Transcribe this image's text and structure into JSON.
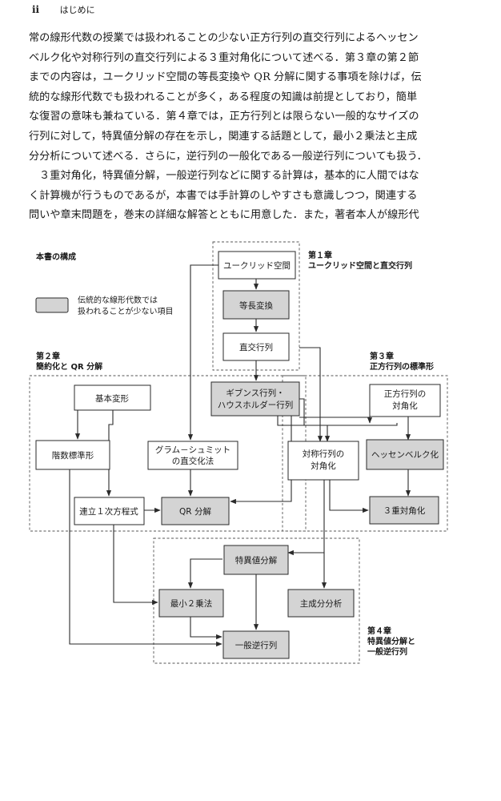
{
  "header": {
    "page_number": "ii",
    "section": "はじめに"
  },
  "paragraph1": [
    "常の線形代数の授業では扱われることの少ない正方行列の直交行列によるヘッセン",
    "ベルク化や対称行列の直交行列による３重対角化について述べる．第３章の第２節",
    "までの内容は，ユークリッド空間の等長変換や QR 分解に関する事項を除けば，伝",
    "統的な線形代数でも扱われることが多く，ある程度の知識は前提としており，簡単",
    "な復習の意味も兼ねている．第４章では，正方行列とは限らない一般的なサイズの",
    "行列に対して，特異値分解の存在を示し，関連する話題として，最小２乗法と主成",
    "分分析について述べる．さらに，逆行列の一般化である一般逆行列についても扱う．"
  ],
  "paragraph2": [
    "３重対角化，特異値分解，一般逆行列などに関する計算は，基本的に人間ではな",
    "く計算機が行うものであるが，本書では手計算のしやすさも意識しつつ，関連する",
    "問いや章末問題を，巻末の詳細な解答とともに用意した．また，著者本人が線形代"
  ],
  "diagram": {
    "title": "本書の構成",
    "legend": [
      "伝統的な線形代数では",
      "扱われることが少ない項目"
    ],
    "chapters": {
      "ch1": [
        "第１章",
        "ユークリッド空間と直交行列"
      ],
      "ch2": [
        "第２章",
        "簡約化と QR 分解"
      ],
      "ch3": [
        "第３章",
        "正方行列の標準形"
      ],
      "ch4": [
        "第４章",
        "特異値分解と",
        "一般逆行列"
      ]
    },
    "nodes": {
      "euclid": [
        "ユークリッド空間"
      ],
      "isometry": [
        "等長変換"
      ],
      "orthogonal": [
        "直交行列"
      ],
      "givens": [
        "ギブンス行列・",
        "ハウスホルダー行列"
      ],
      "elementary": [
        "基本変形"
      ],
      "echelon": [
        "階数標準形"
      ],
      "gram": [
        "グラム－シュミット",
        "の直交化法"
      ],
      "linear": [
        "連立１次方程式"
      ],
      "qr": [
        "QR 分解"
      ],
      "diag": [
        "正方行列の",
        "対角化"
      ],
      "symdiag": [
        "対称行列の",
        "対角化"
      ],
      "hessen": [
        "ヘッセンベルク化"
      ],
      "tri": [
        "３重対角化"
      ],
      "svd": [
        "特異値分解"
      ],
      "lsq": [
        "最小２乗法"
      ],
      "pca": [
        "主成分分析"
      ],
      "geninv": [
        "一般逆行列"
      ]
    }
  }
}
